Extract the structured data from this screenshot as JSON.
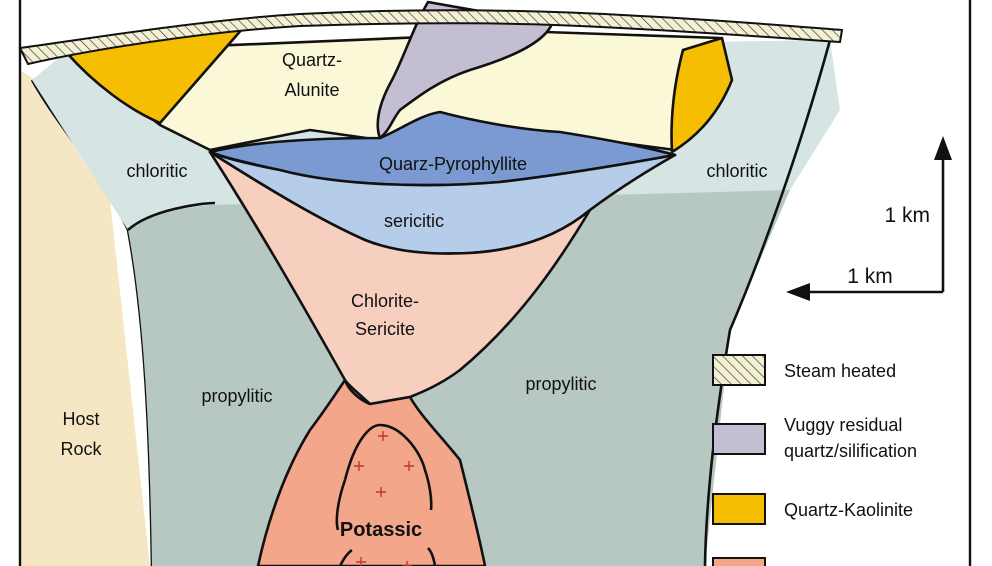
{
  "colors": {
    "host_rock": "#f6e7c4",
    "propylitic": "#b7c8c2",
    "chloritic": "#d6e4e3",
    "quartz_alunite": "#fbf8d8",
    "quartz_kaolinite": "#f5be00",
    "vuggy_residual_quartz": "#c4bed2",
    "quartz_pyrophyllite": "#7b9ad2",
    "sericitic": "#b6cde9",
    "chlorite_sericite": "#f7cfbf",
    "potassic": "#f4a68a",
    "steam_heated_fill": "#f3f0d3"
  },
  "zones": {
    "quartz_alunite": [
      "Quartz-",
      "Alunite"
    ],
    "quartz_pyrophyllite": "Quarz-Pyrophyllite",
    "chloritic_left": "chloritic",
    "chloritic_right": "chloritic",
    "sericitic": "sericitic",
    "chlorite_sericite": [
      "Chlorite-",
      "Sericite"
    ],
    "propylitic_left": "propylitic",
    "propylitic_right": "propylitic",
    "host_rock": [
      "Host",
      "Rock"
    ],
    "potassic": "Potassic"
  },
  "scale": {
    "vertical": "1 km",
    "horizontal": "1 km"
  },
  "legend": {
    "items": [
      {
        "lines": [
          "Steam heated"
        ],
        "pattern": "hatched"
      },
      {
        "lines": [
          "Vuggy residual",
          "quartz/silification"
        ],
        "color": "#c4bed2"
      },
      {
        "lines": [
          "Quartz-Kaolinite"
        ],
        "color": "#f5be00"
      },
      {
        "lines": [
          ""
        ],
        "color": "#f4a68a"
      }
    ]
  }
}
